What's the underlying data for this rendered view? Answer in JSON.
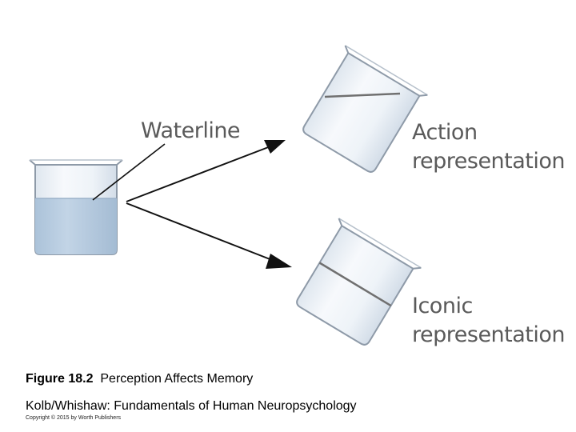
{
  "figure": {
    "labels": {
      "waterline": "Waterline",
      "action_line1": "Action",
      "action_line2": "representation",
      "iconic_line1": "Iconic",
      "iconic_line2": "representation"
    },
    "colors": {
      "water": "#b3c9de",
      "glass_outline": "#8e9aa8",
      "glass_fill": "#eef3f8",
      "waterline_stroke": "#707070",
      "arrow": "#111111",
      "label_text": "#5a5a5a"
    }
  },
  "caption": {
    "figure_number": "Figure 18.2",
    "figure_title": "Perception Affects Memory",
    "source": "Kolb/Whishaw: Fundamentals of Human Neuropsychology",
    "copyright": "Copyright © 2015 by Worth Publishers"
  }
}
